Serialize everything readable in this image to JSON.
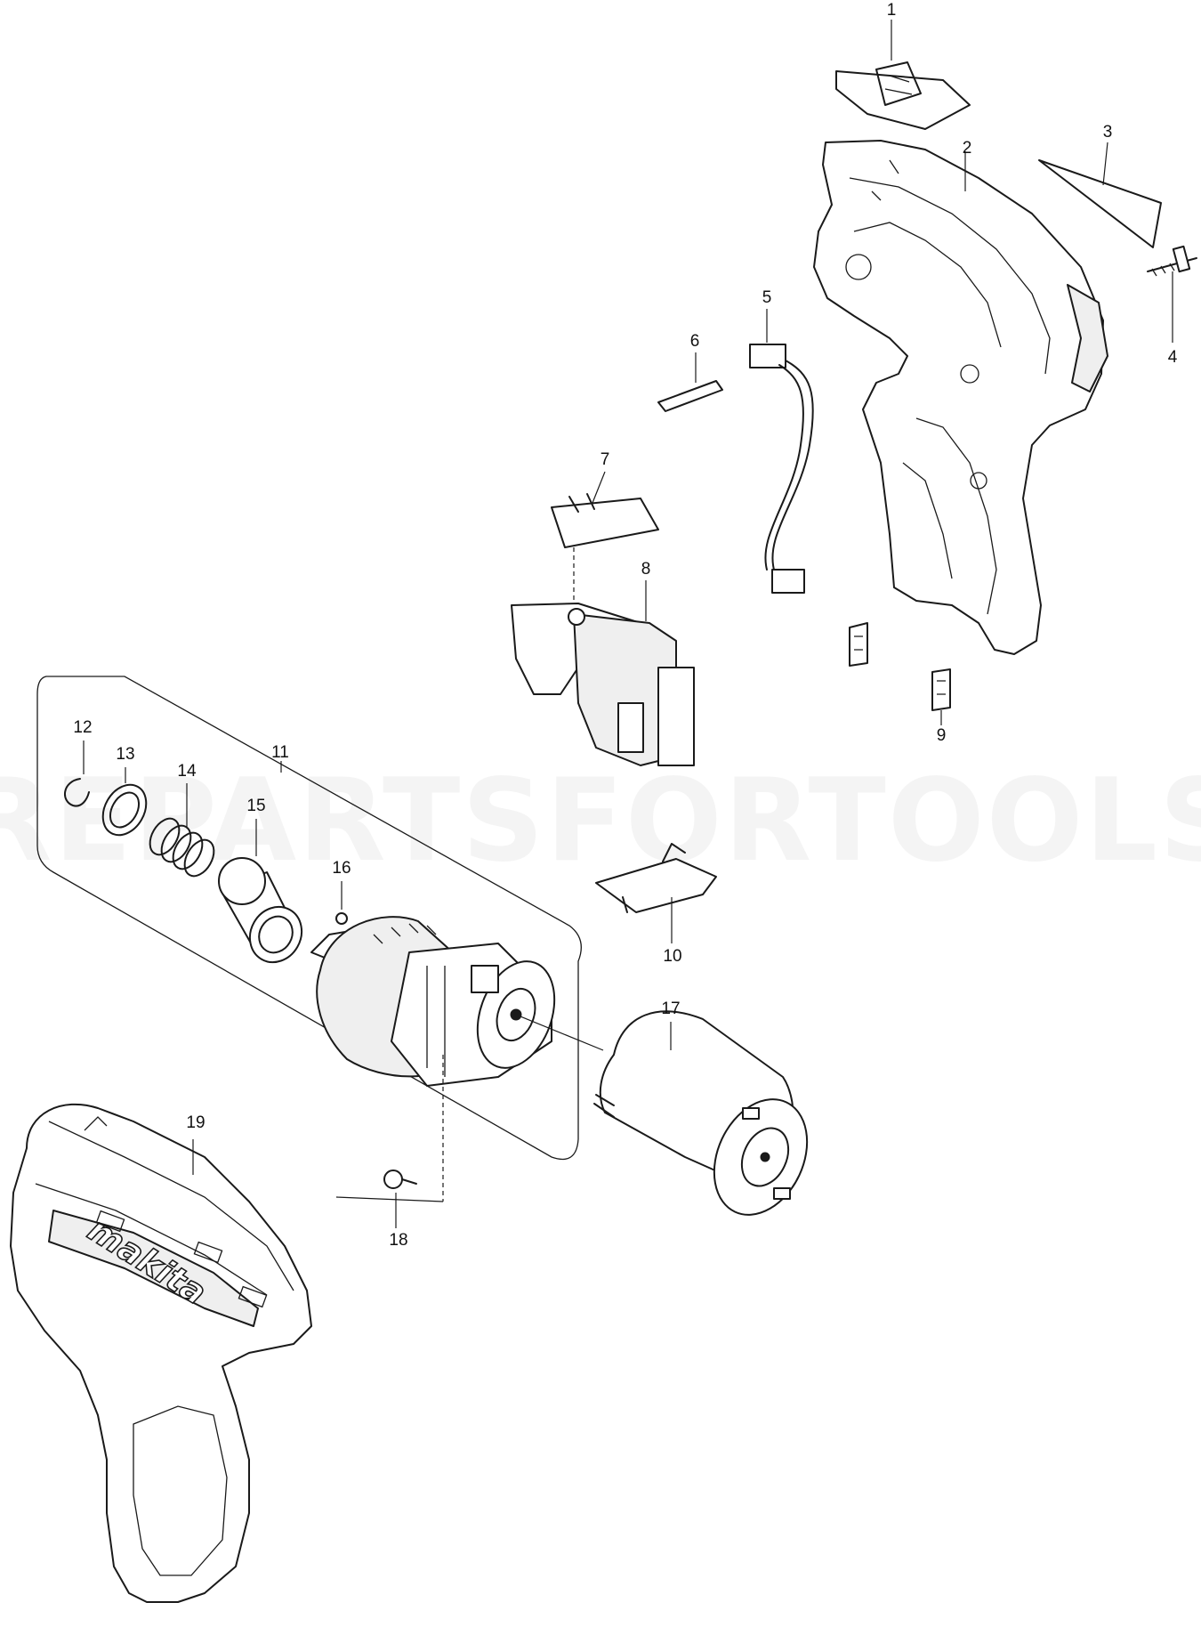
{
  "watermark": "REPARTSFORTOOLS.COM",
  "brand_logo": "makita",
  "colors": {
    "line": "#1a1a1a",
    "background": "#ffffff"
  },
  "callouts": [
    {
      "id": "1",
      "label": "1"
    },
    {
      "id": "2",
      "label": "2"
    },
    {
      "id": "3",
      "label": "3"
    },
    {
      "id": "4",
      "label": "4"
    },
    {
      "id": "5",
      "label": "5"
    },
    {
      "id": "6",
      "label": "6"
    },
    {
      "id": "7",
      "label": "7"
    },
    {
      "id": "8",
      "label": "8"
    },
    {
      "id": "9",
      "label": "9"
    },
    {
      "id": "10",
      "label": "10"
    },
    {
      "id": "11",
      "label": "11"
    },
    {
      "id": "12",
      "label": "12"
    },
    {
      "id": "13",
      "label": "13"
    },
    {
      "id": "14",
      "label": "14"
    },
    {
      "id": "15",
      "label": "15"
    },
    {
      "id": "16",
      "label": "16"
    },
    {
      "id": "17",
      "label": "17"
    },
    {
      "id": "18",
      "label": "18"
    },
    {
      "id": "19",
      "label": "19"
    }
  ]
}
